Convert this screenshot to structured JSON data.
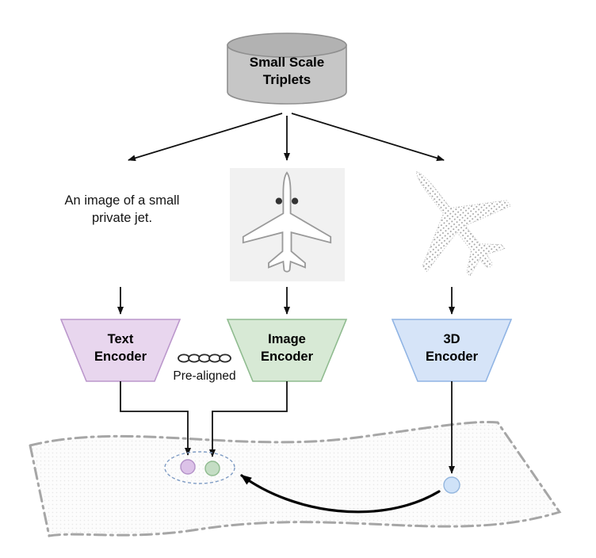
{
  "diagram": {
    "database": {
      "label": "Small Scale\nTriplets",
      "body_fill": "#c6c6c6",
      "top_fill": "#b2b2b2",
      "stroke": "#8f8f8f"
    },
    "caption": "An image of a small\nprivate jet.",
    "prealigned_label": "Pre-aligned",
    "arrow_color": "#111111",
    "encoders": {
      "text": {
        "label": "Text\nEncoder",
        "fill": "#e8d6ee",
        "stroke": "#bb97cc"
      },
      "image": {
        "label": "Image\nEncoder",
        "fill": "#d7e9d5",
        "stroke": "#8fbb8f"
      },
      "three_d": {
        "label": "3D\nEncoder",
        "fill": "#d6e4f8",
        "stroke": "#90b4e4"
      }
    },
    "dots": {
      "text_dot_fill": "#dcc2e8",
      "text_dot_stroke": "#b493c9",
      "image_dot_fill": "#c4ddc4",
      "image_dot_stroke": "#8fbb8f",
      "three_d_dot_fill": "#cfe2f8",
      "three_d_dot_stroke": "#94b6de"
    },
    "cluster_ellipse_stroke": "#7f9cc4",
    "surface_stroke": "#a6a6a6"
  }
}
